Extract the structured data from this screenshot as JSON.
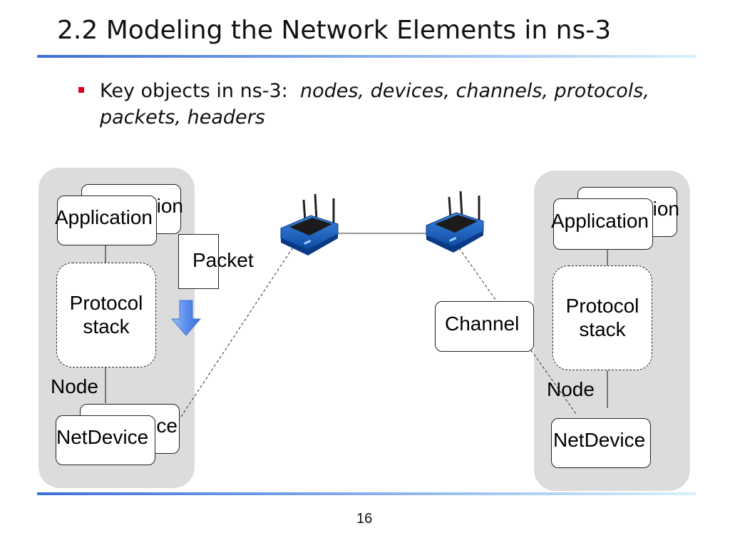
{
  "slide": {
    "title": "2.2  Modeling the Network Elements in ns-3",
    "bullet_lead": "Key objects in ns-3:",
    "bullet_italic_line1": "nodes, devices, channels, protocols,",
    "bullet_italic_line2": "packets, headers",
    "page_number": "16"
  },
  "left_node": {
    "application_front": "Application",
    "application_back_visible": "ion",
    "protocol_stack": "Protocol\nstack",
    "node_label": "Node",
    "netdevice_front": "NetDevice",
    "netdevice_back_visible": "ce",
    "packet": "Packet"
  },
  "right_node": {
    "application_front": "Application",
    "application_back_visible": "ion",
    "protocol_stack": "Protocol\nstack",
    "node_label": "Node",
    "netdevice": "NetDevice"
  },
  "channel": "Channel",
  "icons": [
    "wireless-router-icon",
    "wireless-router-icon",
    "down-arrow-icon"
  ],
  "colors": {
    "bullet": "#e0001b",
    "rule_start": "#3d6fd8",
    "rule_end": "#d5f2fb",
    "node_background": "#dcdcdc",
    "arrow": "#5b8def",
    "router_blue": "#1e63c4"
  }
}
